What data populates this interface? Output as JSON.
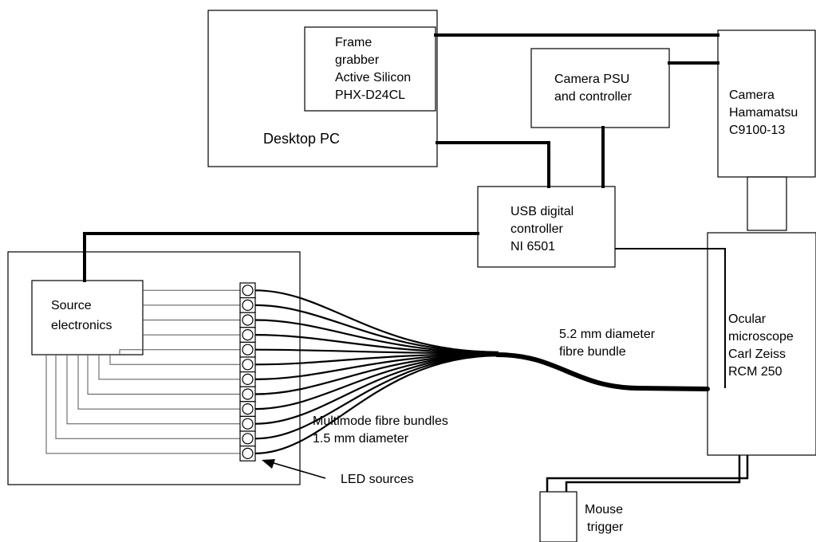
{
  "diagram": {
    "desktop_pc": "Desktop PC",
    "frame_grabber": [
      "Frame",
      "grabber",
      "Active Silicon",
      "PHX-D24CL"
    ],
    "camera_psu": [
      "Camera PSU",
      "and  controller"
    ],
    "camera": [
      "Camera",
      "Hamamatsu",
      "C9100-13"
    ],
    "usb_controller": [
      "USB digital",
      "controller",
      "NI 6501"
    ],
    "source_electronics": [
      "Source",
      "electronics"
    ],
    "microscope": [
      "Ocular",
      "microscope",
      "Carl Zeiss",
      "RCM 250"
    ],
    "fibre_bundle": [
      "5.2 mm diameter",
      "fibre bundle"
    ],
    "multimode": [
      "Multimode fibre bundles",
      "1.5 mm diameter"
    ],
    "led_sources": "LED sources",
    "mouse_trigger": [
      "Mouse",
      "trigger"
    ]
  }
}
